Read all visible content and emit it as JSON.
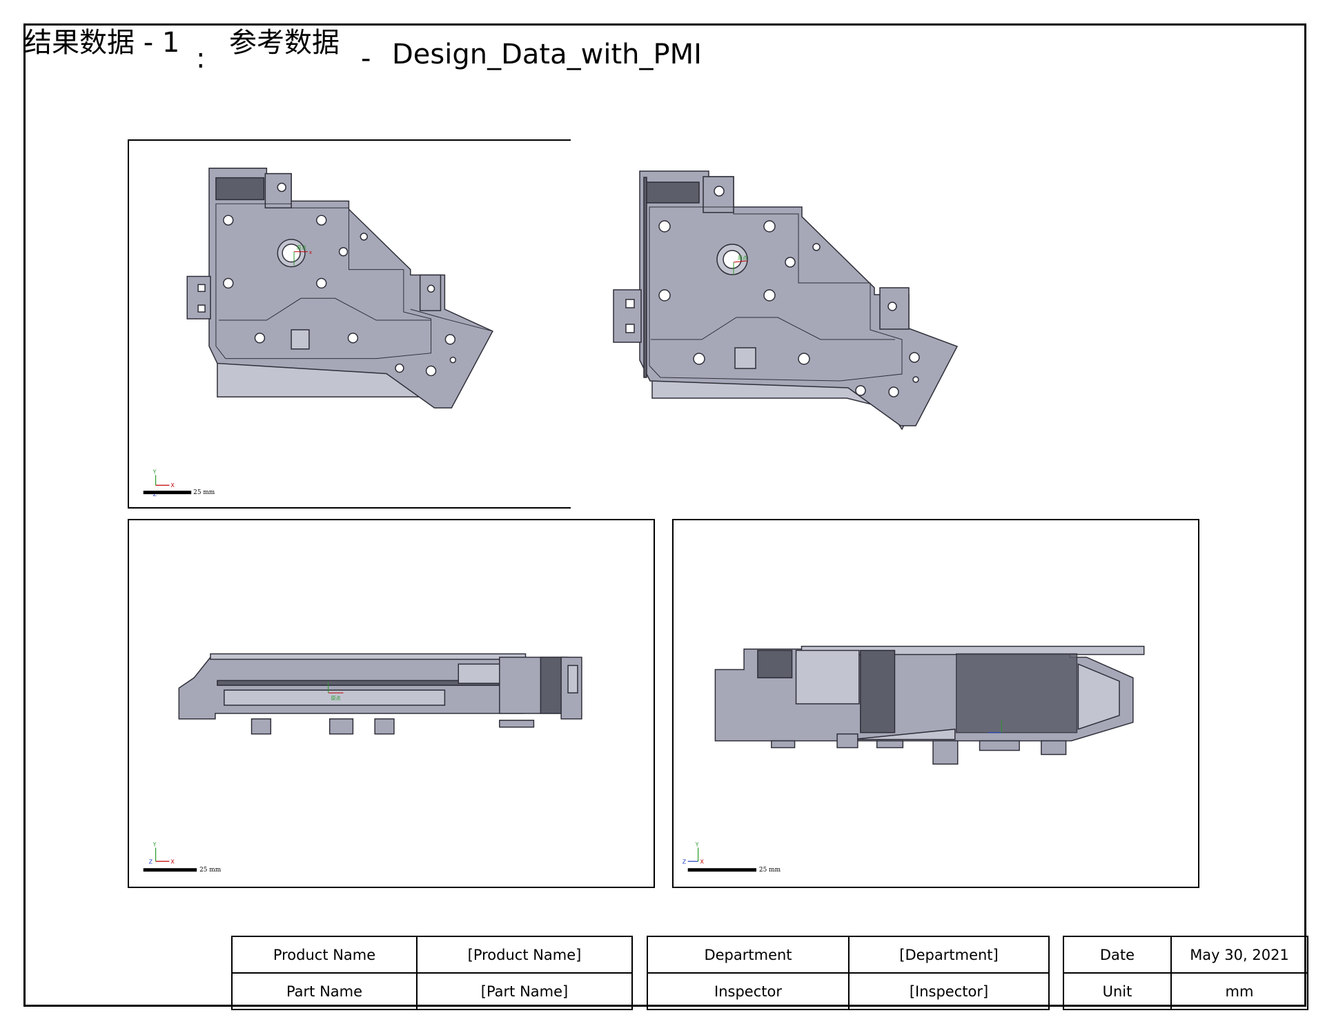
{
  "header": {
    "result_label": "结果数据 - 1",
    "colon": ":",
    "reference_label": "参考数据",
    "dash": "-",
    "design_name": "Design_Data_with_PMI"
  },
  "views": [
    {
      "scale_label": "25 mm",
      "axes": {
        "h": "X",
        "v": "Y",
        "normal": "Z"
      }
    },
    {
      "scale_label": "",
      "axes": {}
    },
    {
      "scale_label": "25 mm",
      "axes": {
        "h": "X",
        "v": "Y",
        "normal": "Z"
      }
    },
    {
      "scale_label": "25 mm",
      "axes": {
        "h": "Z",
        "v": "Y",
        "normal": "X"
      }
    }
  ],
  "origin_labels": [
    "原点",
    "原点",
    "原点"
  ],
  "title_block": {
    "group1": [
      {
        "label": "Product Name",
        "value": "[Product Name]"
      },
      {
        "label": "Part Name",
        "value": "[Part Name]"
      }
    ],
    "group2": [
      {
        "label": "Department",
        "value": "[Department]"
      },
      {
        "label": "Inspector",
        "value": "[Inspector]"
      }
    ],
    "group3": [
      {
        "label": "Date",
        "value": "May 30, 2021"
      },
      {
        "label": "Unit",
        "value": "mm"
      }
    ]
  },
  "colors": {
    "part_fill": "#a6a8b8",
    "part_light": "#c2c4d0",
    "part_dark": "#5c5e6a",
    "edge": "#2e2e38",
    "frame": "#000000"
  }
}
